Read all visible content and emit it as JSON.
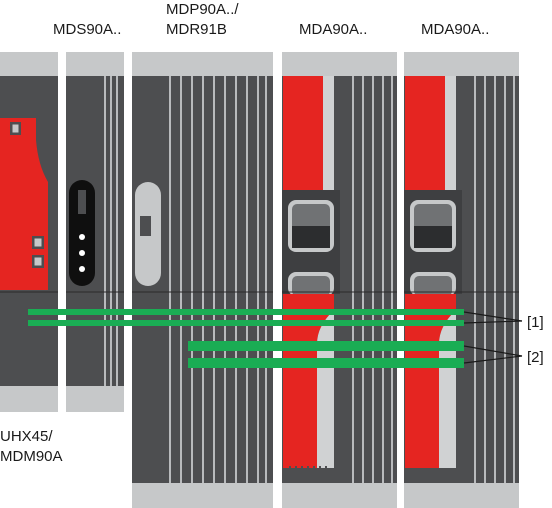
{
  "labels": {
    "mds": "MDS90A..",
    "mdp_line1": "MDP90A../",
    "mdp_line2": "MDR91B",
    "mda1": "MDA90A..",
    "mda2": "MDA90A..",
    "uhx_line1": "UHX45/",
    "uhx_line2": "MDM90A"
  },
  "callouts": {
    "c1": "[1]",
    "c2": "[2]"
  },
  "colors": {
    "housing": "#4d4e50",
    "housing_dark": "#3e3f41",
    "cap": "#c6c8c9",
    "slat": "#b9bbbd",
    "red": "#e52521",
    "green": "#1aad54",
    "black": "#0f0f0f"
  }
}
